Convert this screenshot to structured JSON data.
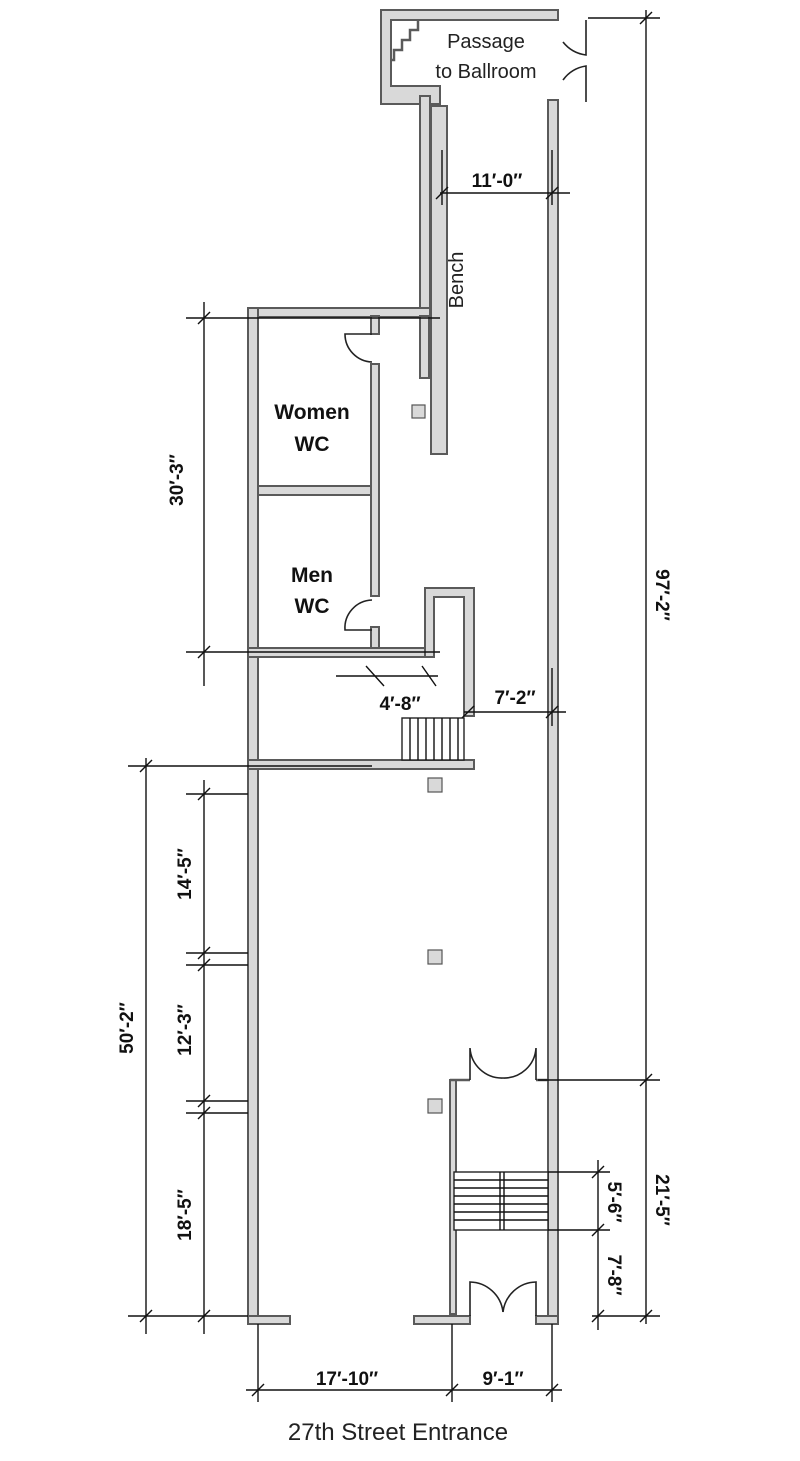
{
  "plan": {
    "passage_line1": "Passage",
    "passage_line2": "to Ballroom",
    "bench": "Bench",
    "women_line1": "Women",
    "women_line2": "WC",
    "men_line1": "Men",
    "men_line2": "WC",
    "entrance": "27th Street Entrance"
  },
  "dimensions": {
    "passage_width": "11′-0″",
    "overall_depth": "97′-2″",
    "wc_depth": "30′-3″",
    "wc_door": "4′-8″",
    "corridor_width": "7′-2″",
    "front_depth": "50′-2″",
    "bay1": "14′-5″",
    "bay2": "12′-3″",
    "bay3": "18′-5″",
    "vestibule_depth": "21′-5″",
    "stair_depth": "5′-6″",
    "vestibule_front": "7′-8″",
    "front_left_width": "17′-10″",
    "front_right_width": "9′-1″"
  }
}
